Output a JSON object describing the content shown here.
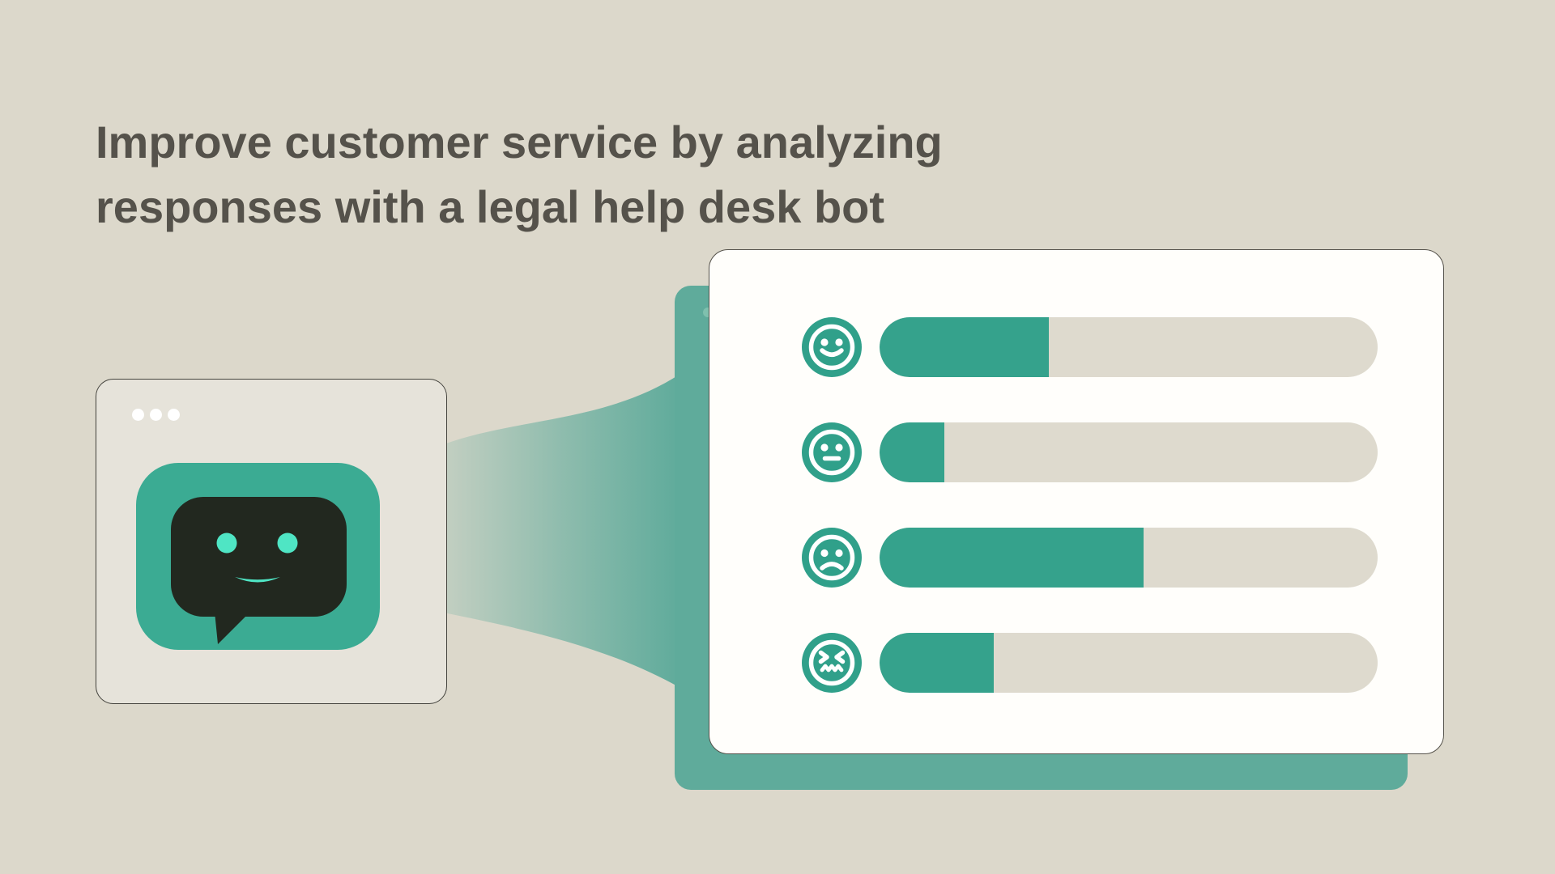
{
  "colors": {
    "page_bg": "#dcd8cb",
    "heading_text": "#55524b",
    "card_bg": "#e6e3da",
    "card_border": "#45443e",
    "window_dot": "#ffffff",
    "bot_square": "#3bab93",
    "bot_bubble": "#22281f",
    "bot_accent": "#4fe5c4",
    "beam_teal": "#5fab9b",
    "panel_dot": "#7fc0ae",
    "white_card_bg": "#fffefb",
    "white_card_border": "#55524b",
    "emoji_circle": "#30a08a",
    "bar_fill": "#35a28c",
    "bar_track": "#dedace"
  },
  "heading": {
    "line1": "Improve customer service by analyzing",
    "line2": "responses with a legal help desk bot"
  },
  "bot_window": {
    "window_dots_count": 3,
    "bot_icon": "chat-bot-icon"
  },
  "analysis_panel": {
    "rows": [
      {
        "icon": "happy-face-icon",
        "label": "happy",
        "value_percent": 34
      },
      {
        "icon": "neutral-face-icon",
        "label": "neutral",
        "value_percent": 13
      },
      {
        "icon": "sad-face-icon",
        "label": "sad",
        "value_percent": 53
      },
      {
        "icon": "confounded-face-icon",
        "label": "very-unhappy",
        "value_percent": 23
      }
    ]
  },
  "chart_data": {
    "type": "bar",
    "orientation": "horizontal",
    "categories": [
      "happy",
      "neutral",
      "sad",
      "very-unhappy"
    ],
    "values": [
      34,
      13,
      53,
      23
    ],
    "title": "",
    "xlabel": "",
    "ylabel": "",
    "xlim": [
      0,
      100
    ],
    "grid": false,
    "legend": false
  }
}
